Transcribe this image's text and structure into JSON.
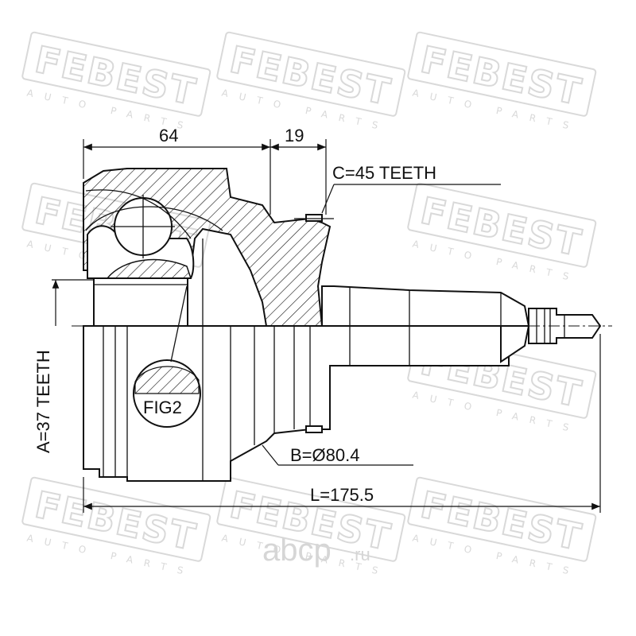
{
  "watermark": {
    "brand": "FEBEST",
    "tagline": "AUTO PARTS"
  },
  "site_watermark": {
    "name": "abcp",
    "domain": ".ru"
  },
  "dimensions": {
    "width_64": "64",
    "width_19": "19",
    "c_teeth": "C=45 TEETH",
    "a_teeth": "A=37 TEETH",
    "b_diameter": "B=Ø80.4",
    "length": "L=175.5",
    "fig_label": "FIG2"
  },
  "colors": {
    "line": "#111111",
    "watermark": "#d9d9d9"
  }
}
